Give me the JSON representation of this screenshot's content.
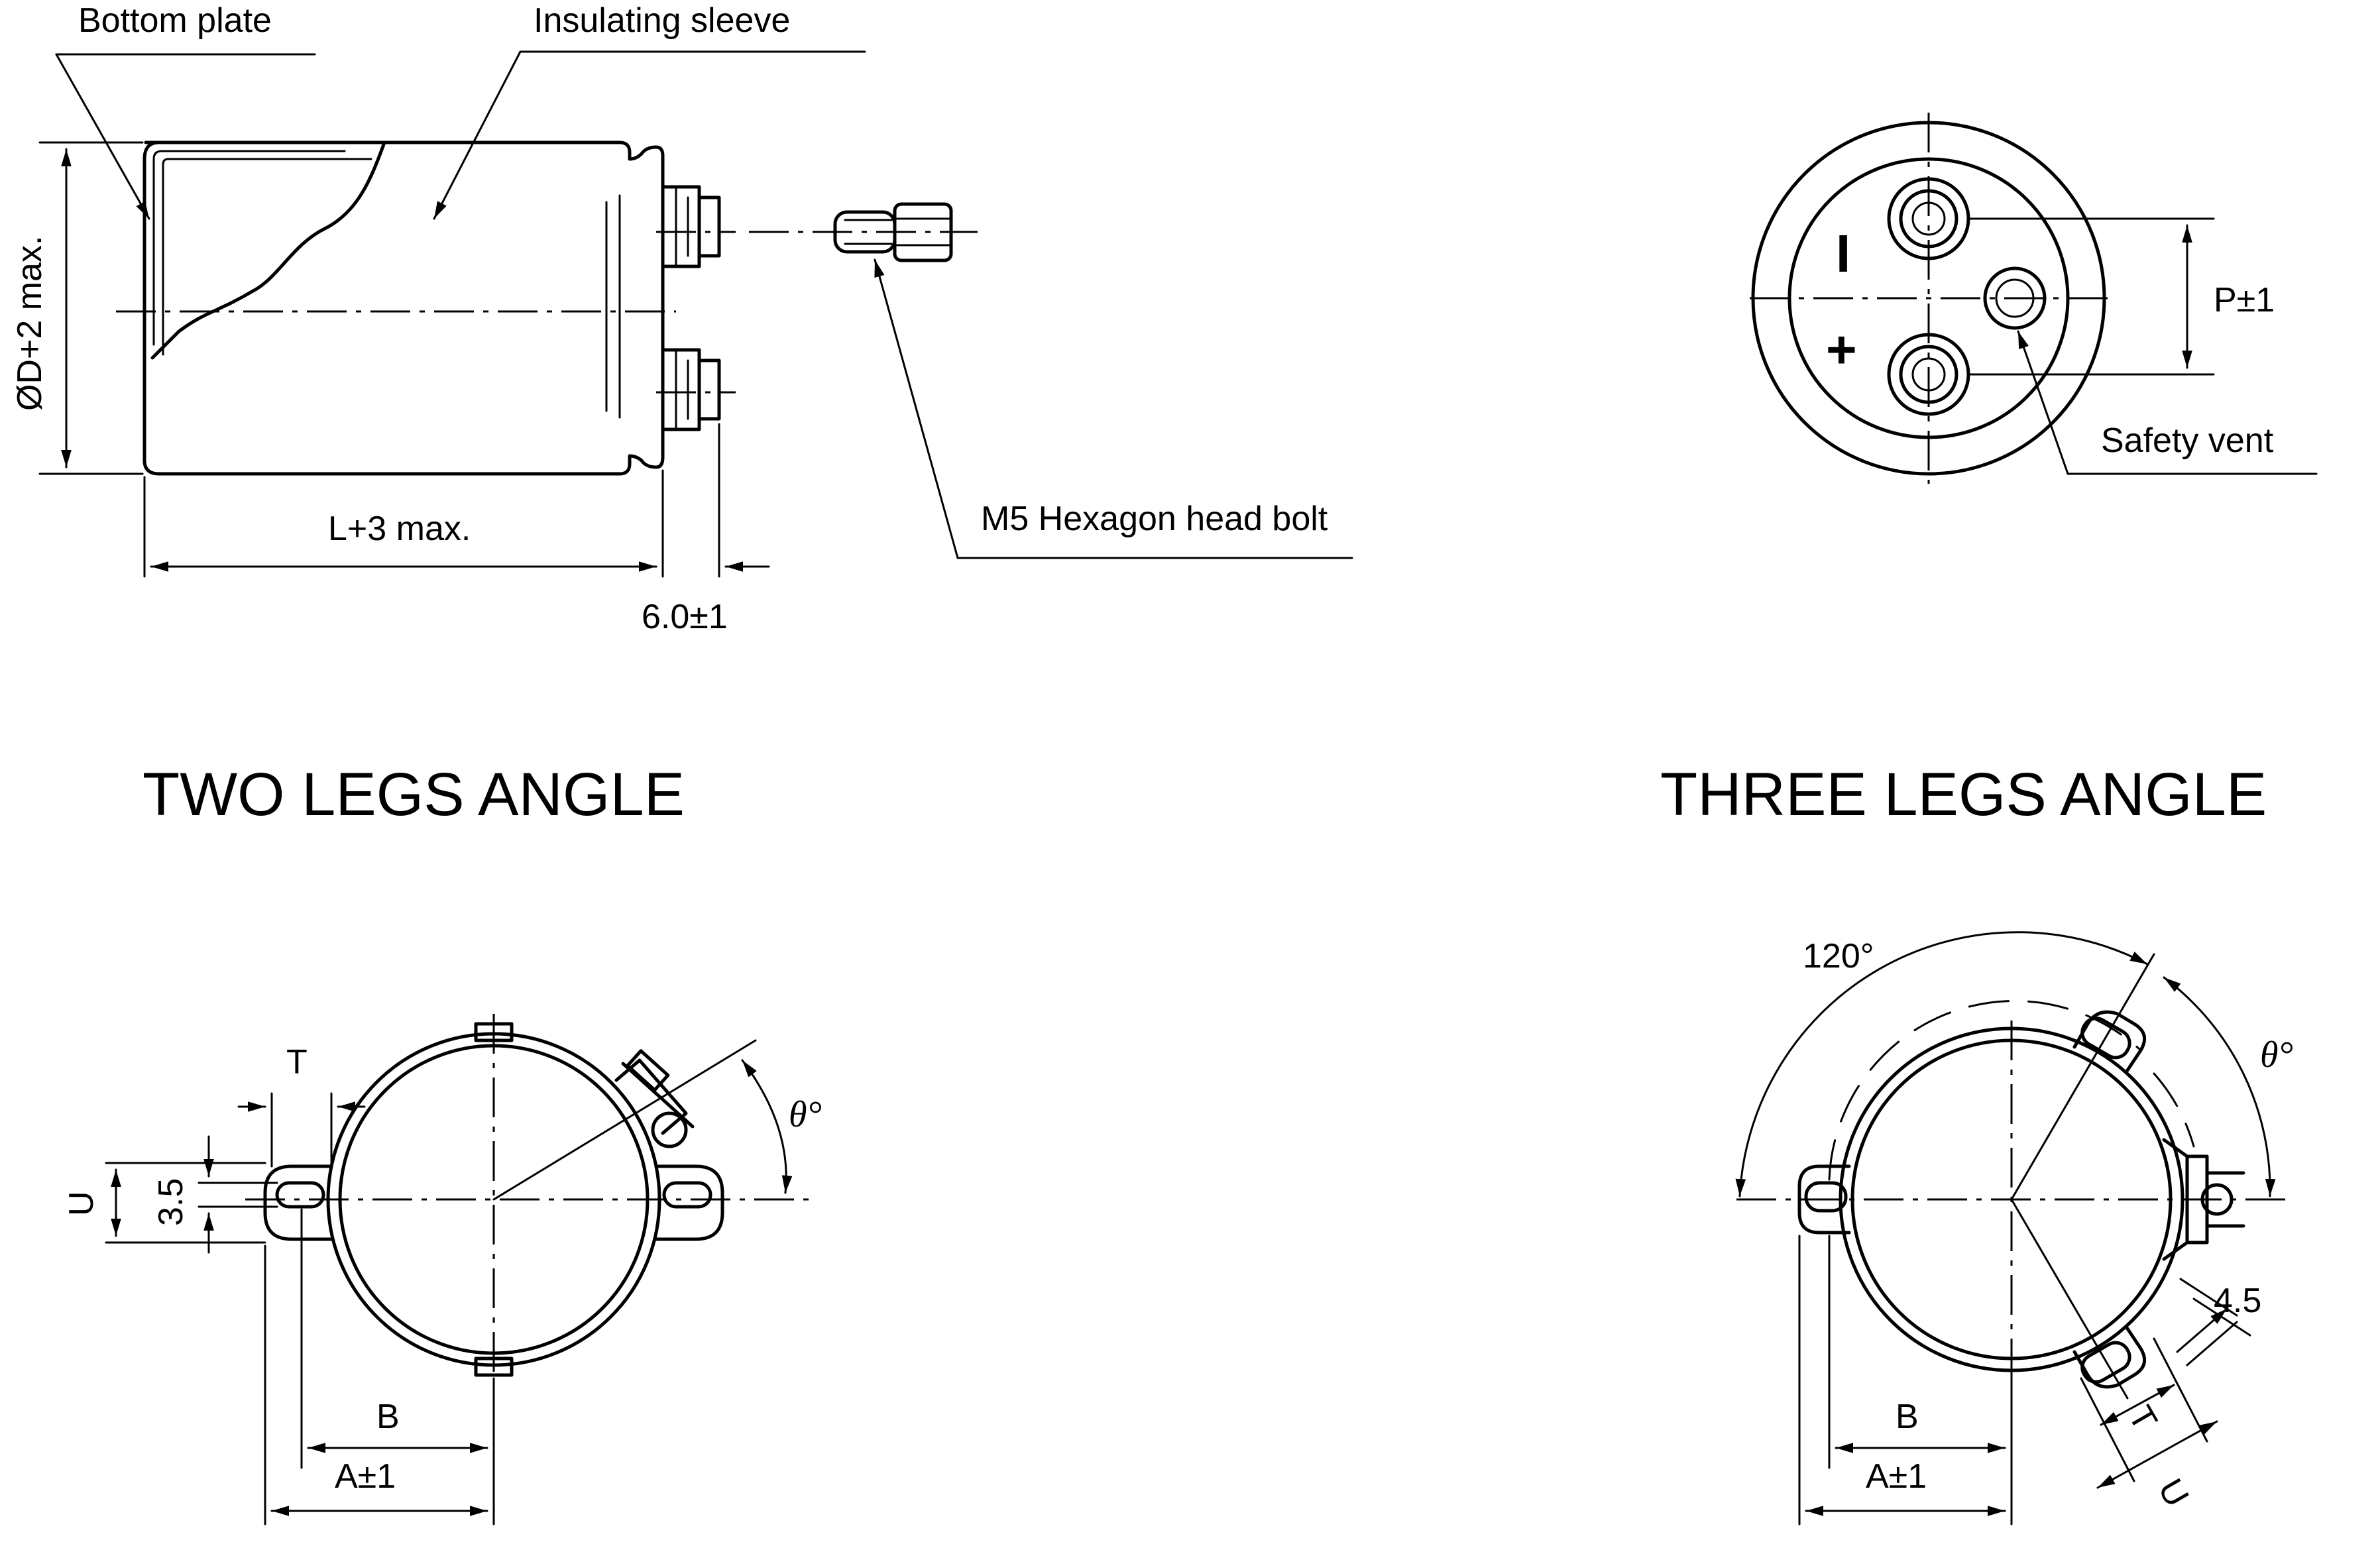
{
  "labels": {
    "bottom_plate": "Bottom plate",
    "insulating_sleeve": "Insulating sleeve",
    "diameter": "ØD+2 max.",
    "length": "L+3 max.",
    "terminal_height": "6.0±1",
    "bolt": "M5 Hexagon head bolt",
    "pitch": "P±1",
    "safety_vent": "Safety vent",
    "minus": "I",
    "plus": "+"
  },
  "two_legs": {
    "title": "TWO LEGS ANGLE",
    "t": "T",
    "u": "U",
    "slot": "3.5",
    "theta": "θ°",
    "b": "B",
    "a": "A±1"
  },
  "three_legs": {
    "title": "THREE LEGS ANGLE",
    "angle": "120°",
    "theta": "θ°",
    "slot": "4.5",
    "b": "B",
    "a": "A±1",
    "t": "T",
    "u": "U"
  }
}
